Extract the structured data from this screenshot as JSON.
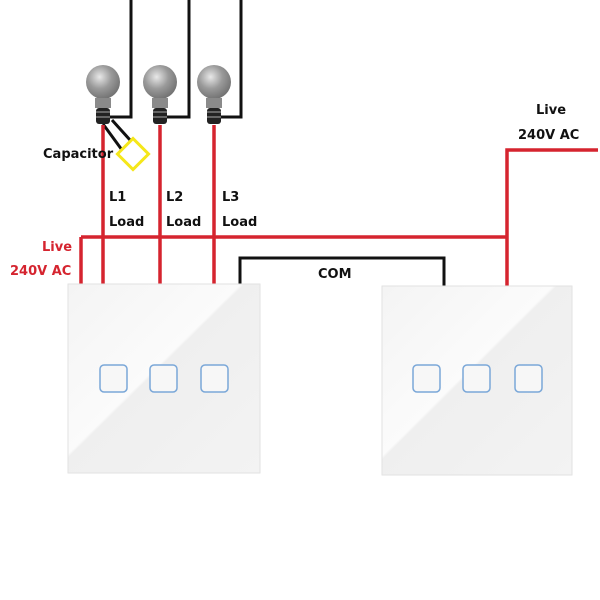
{
  "labels": {
    "capacitor": "Capacitor",
    "l1": "L1",
    "l2": "L2",
    "l3": "L3",
    "load": "Load",
    "live": "Live",
    "voltage": "240V AC",
    "com": "COM"
  },
  "colors": {
    "live_wire": "#d5242f",
    "neutral_wire": "#111111",
    "capacitor": "#f5e71a",
    "button_outline": "#7aa7d8"
  }
}
